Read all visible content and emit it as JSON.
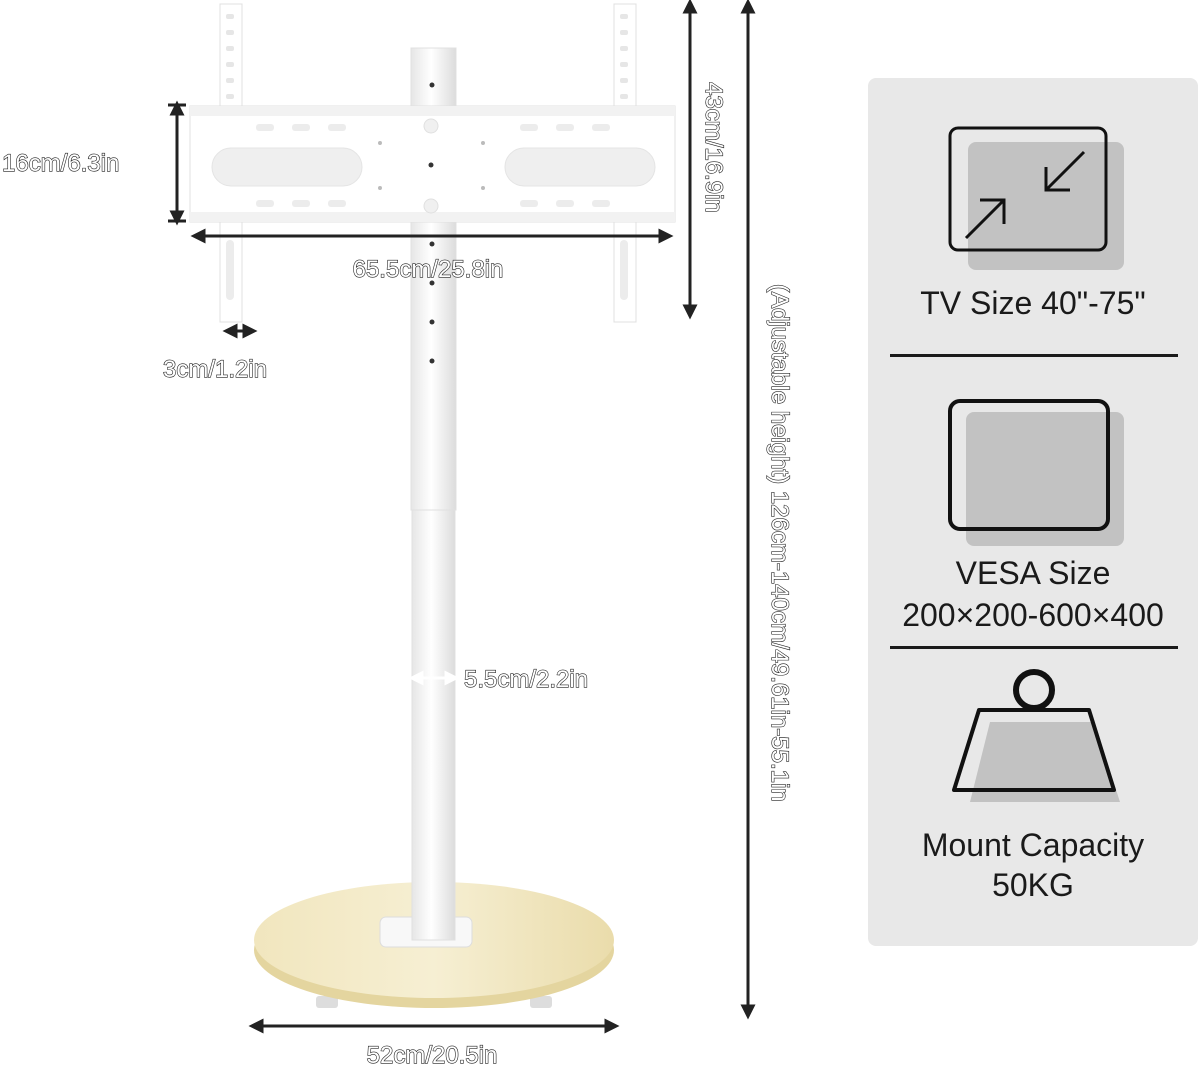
{
  "dimensions": {
    "bracket_height": "16cm/6.3in",
    "bracket_width": "65.5cm/25.8in",
    "vertical_travel": "43cm/16.9in",
    "bracket_depth": "3cm/1.2in",
    "pole_diameter": "5.5cm/2.2in",
    "base_diameter": "52cm/20.5in",
    "total_height": "(Adjustable height)  126cm-140cm/49.61in-55.1in"
  },
  "specs": {
    "tv_size": "TV Size 40\"-75\"",
    "vesa_line1": "VESA Size",
    "vesa_line2": "200×200-600×400",
    "capacity_line1": "Mount Capacity",
    "capacity_line2": "50KG"
  },
  "icons": {
    "tv_size": "resize-arrows-icon",
    "vesa": "square-frame-icon",
    "capacity": "weight-icon"
  },
  "colors": {
    "panel": "#e8e8e8",
    "wood_base": "#efe3b8",
    "stand": "#ffffff"
  }
}
